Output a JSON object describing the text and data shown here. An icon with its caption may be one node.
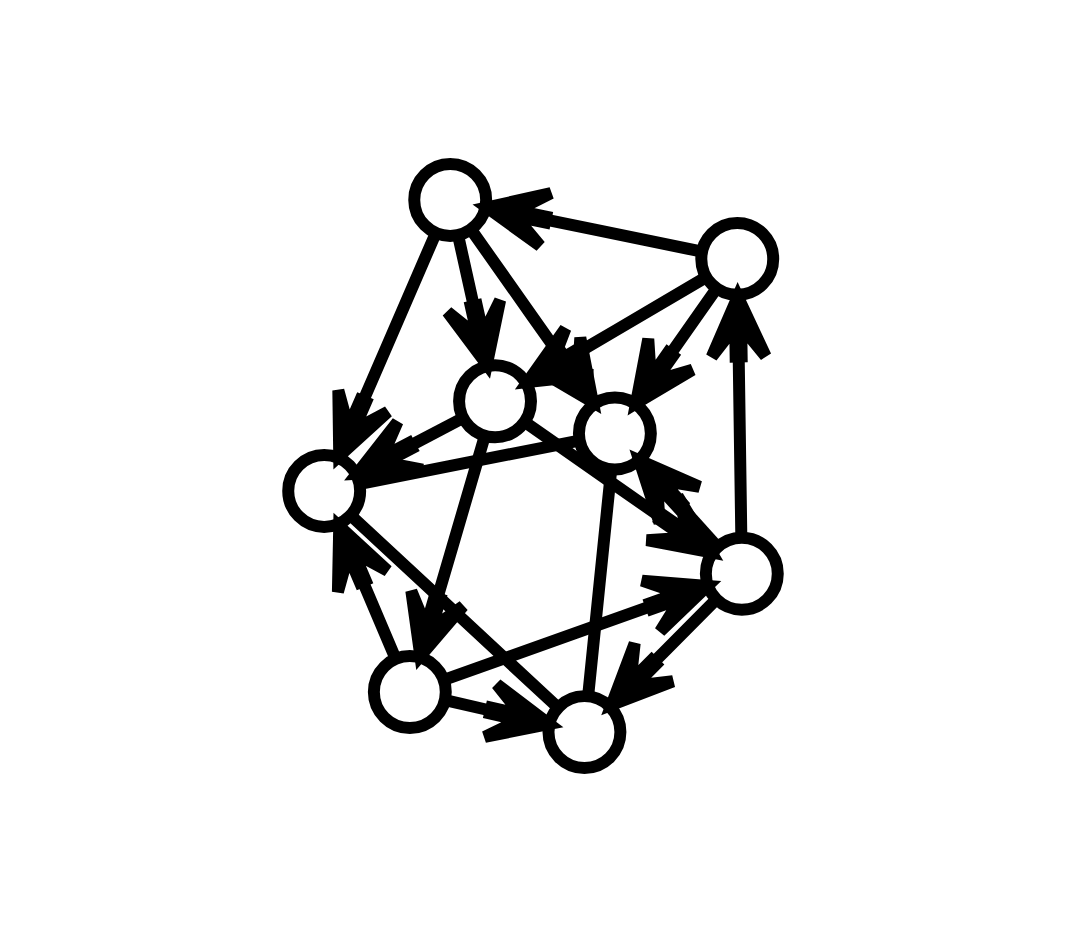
{
  "diagram": {
    "nodes": [
      {
        "text": [],
        "shape": "circle"
      },
      {
        "text": [],
        "shape": "circle"
      },
      {
        "text": [],
        "shape": "circle"
      },
      {
        "text": [],
        "shape": "circle"
      },
      {
        "text": [],
        "shape": "circle"
      },
      {
        "text": [],
        "shape": "circle"
      },
      {
        "text": [],
        "shape": "circle"
      },
      {
        "text": [],
        "shape": "circle"
      }
    ],
    "edges": [
      {
        "from": 0,
        "to": 6,
        "arrow": "none"
      },
      {
        "from": 0,
        "to": 7,
        "arrow": "none"
      },
      {
        "from": 6,
        "to": 7,
        "arrow": "none"
      },
      {
        "from": 3,
        "to": 0,
        "arrow": "to"
      },
      {
        "from": 1,
        "to": 0,
        "arrow": "to"
      },
      {
        "from": 2,
        "to": 0,
        "arrow": "to"
      },
      {
        "from": 2,
        "to": 1,
        "arrow": "to"
      },
      {
        "from": 1,
        "to": 3,
        "arrow": "to"
      },
      {
        "from": 1,
        "to": 4,
        "arrow": "to"
      },
      {
        "from": 3,
        "to": 4,
        "arrow": "to"
      },
      {
        "from": 4,
        "to": 2,
        "arrow": "to"
      },
      {
        "from": 5,
        "to": 2,
        "arrow": "to"
      },
      {
        "from": 2,
        "to": 7,
        "arrow": "to"
      },
      {
        "from": 3,
        "to": 6,
        "arrow": "to"
      },
      {
        "from": 4,
        "to": 6,
        "arrow": "to"
      },
      {
        "from": 4,
        "to": 5,
        "arrow": "to"
      },
      {
        "from": 5,
        "to": 6,
        "arrow": "to"
      },
      {
        "from": 5,
        "to": 7,
        "arrow": "to"
      }
    ]
  }
}
